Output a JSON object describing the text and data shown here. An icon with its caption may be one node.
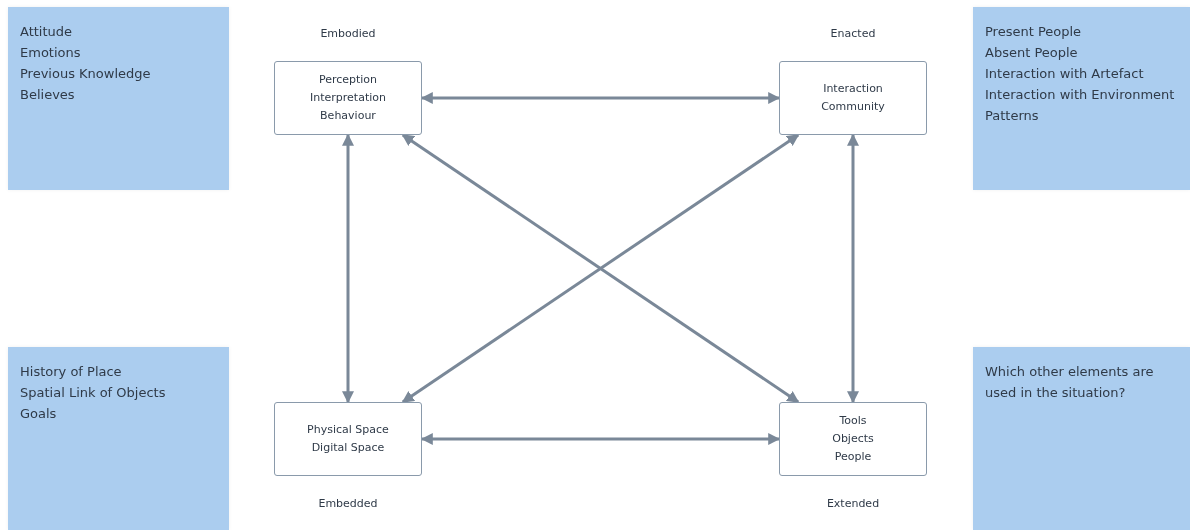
{
  "diagram": {
    "nodes": [
      {
        "text": [
          "Attitude",
          "Emotions",
          "Previous Knowledge",
          "Believes"
        ]
      },
      {
        "text": [
          "Perception",
          "Interpretation",
          "Behaviour"
        ],
        "beside": [
          "Embodied"
        ]
      },
      {
        "text": [
          "Interaction",
          "Community"
        ],
        "beside": [
          "Enacted"
        ]
      },
      {
        "text": [
          "Present People",
          "Absent People",
          "Interaction with Artefact",
          "Interaction with Environment",
          "Patterns"
        ]
      },
      {
        "text": [
          "History of Place",
          "Spatial Link of Objects",
          "Goals"
        ]
      },
      {
        "text": [
          "Physical Space",
          "Digital Space"
        ],
        "beside": [
          "Embedded"
        ]
      },
      {
        "text": [
          "Tools",
          "Objects",
          "People"
        ],
        "beside": [
          "Extended"
        ]
      },
      {
        "text": [
          "Which other elements are used in the situation?"
        ]
      }
    ],
    "edges": [
      {
        "from": 1,
        "to": 2,
        "arrow": "both"
      },
      {
        "from": 1,
        "to": 5,
        "arrow": "both"
      },
      {
        "from": 2,
        "to": 6,
        "arrow": "both"
      },
      {
        "from": 1,
        "to": 6,
        "arrow": "both"
      },
      {
        "from": 2,
        "to": 5,
        "arrow": "both"
      },
      {
        "from": 5,
        "to": 6,
        "arrow": "both"
      }
    ]
  }
}
